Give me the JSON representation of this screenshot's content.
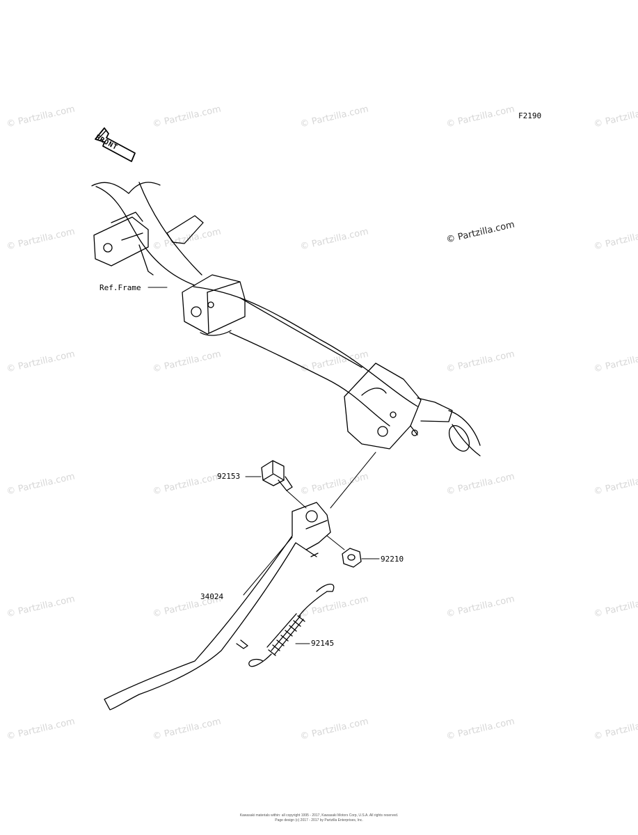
{
  "diagram": {
    "code": "F2190",
    "front_label": "FRONT",
    "ref_label": "Ref.Frame",
    "parts": [
      {
        "number": "92153"
      },
      {
        "number": "92210"
      },
      {
        "number": "34024"
      },
      {
        "number": "92145"
      }
    ]
  },
  "watermark": {
    "text": "© Partzilla.com",
    "main_text": "© Partzilla.com",
    "color": "#d6d6d6"
  },
  "footer": {
    "line1": "Kawasaki materials within: all copyright 1995 - 2017, Kawasaki Motors Corp, U.S.A. All rights reserved.",
    "line2": "Page design (c) 2017 - 2017 by Partzilla Enterprises, Inc."
  }
}
